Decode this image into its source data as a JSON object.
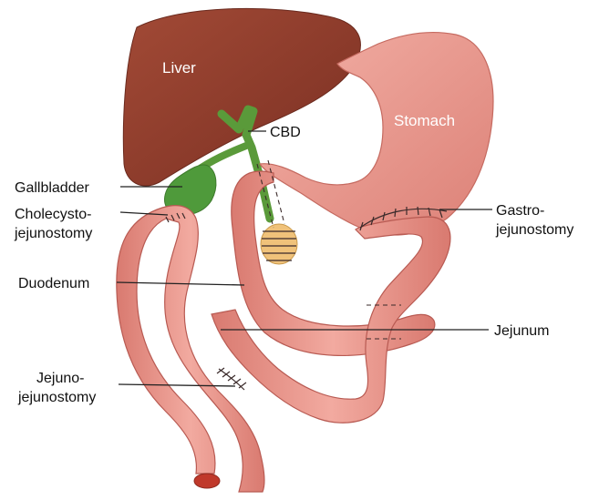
{
  "labels": {
    "liver": "Liver",
    "stomach": "Stomach",
    "cbd": "CBD",
    "gallbladder": "Gallbladder",
    "cholecysto_line1": "Cholecysto-",
    "cholecysto_line2": "jejunostomy",
    "duodenum": "Duodenum",
    "gastro_line1": "Gastro-",
    "gastro_line2": "jejunostomy",
    "jejunum": "Jejunum",
    "jejuno_line1": "Jejuno-",
    "jejuno_line2": "jejunostomy"
  },
  "colors": {
    "liver": "#8b3a2a",
    "bile_duct": "#5a9a3a",
    "gallbladder": "#4f9a3b",
    "bowel": "#e9948a",
    "bowel_edge": "#b85a52",
    "stomach": "#eb9a8f",
    "pancreas": "#f0c27a"
  }
}
